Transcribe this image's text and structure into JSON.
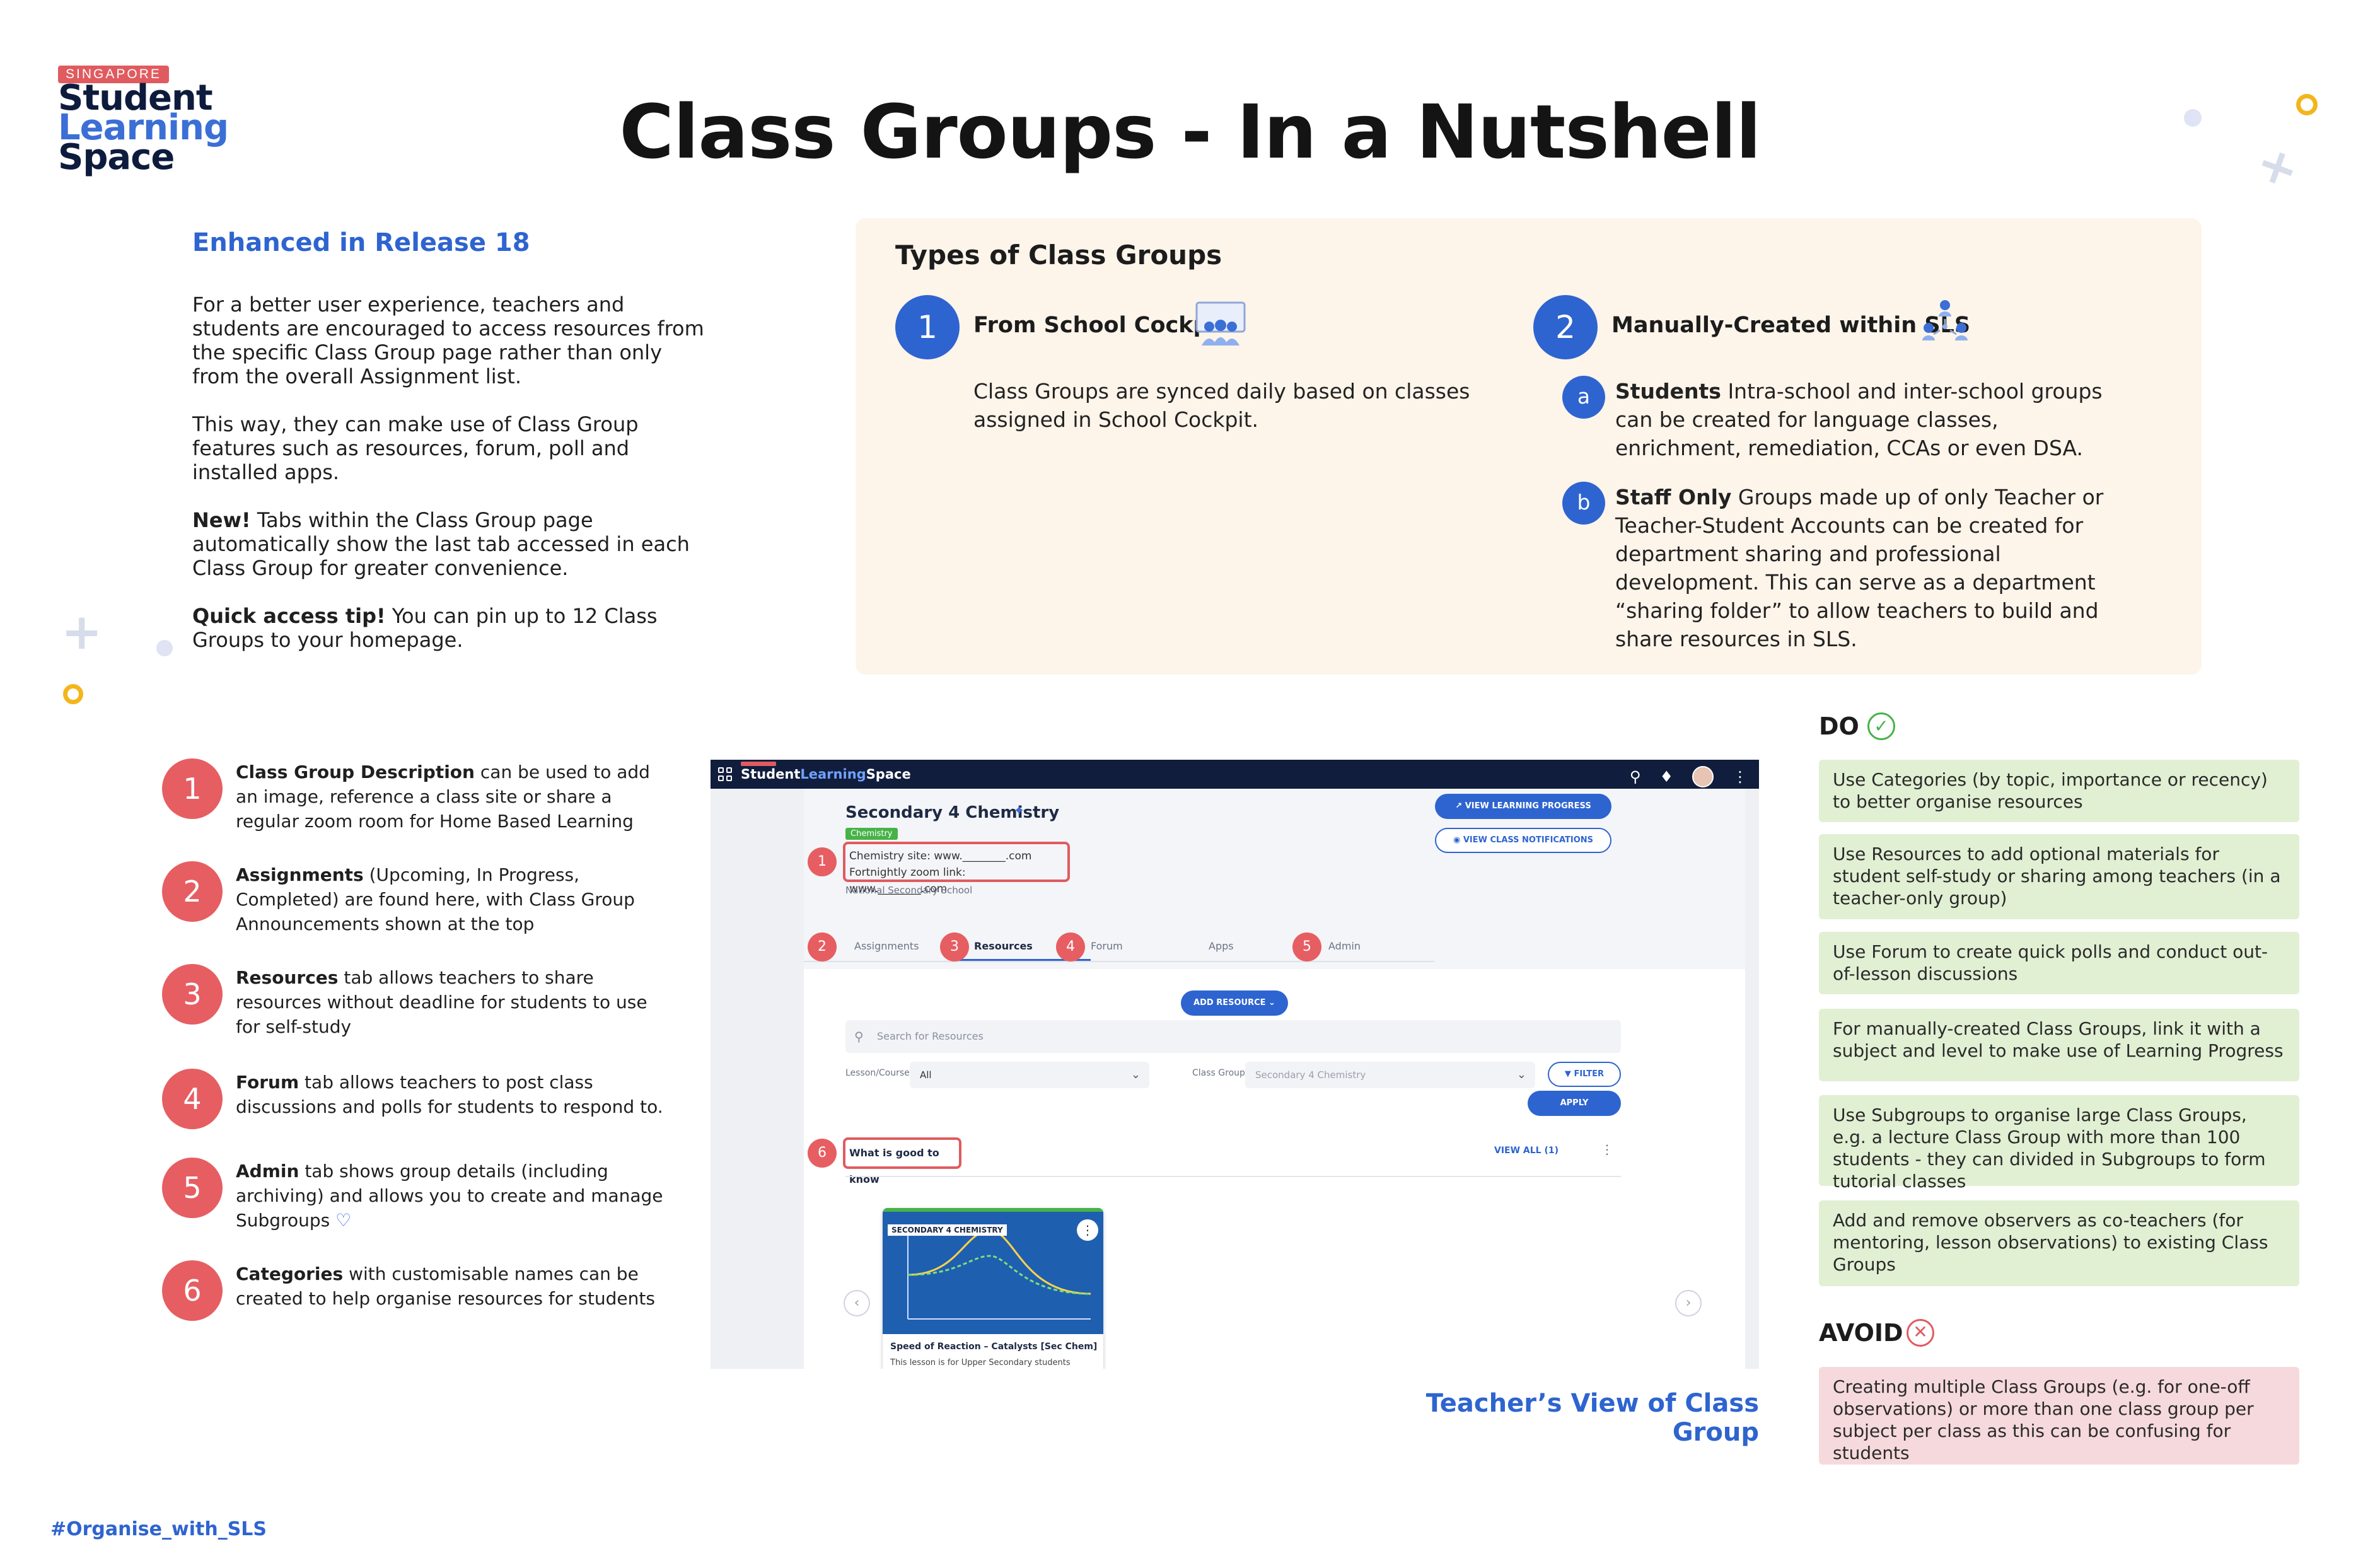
{
  "logo": {
    "badge": "SINGAPORE",
    "line1": "Student",
    "line2": "Learning",
    "line3": "Space"
  },
  "title": "Class Groups - In a Nutshell",
  "intro": {
    "heading": "Enhanced in Release 18",
    "p1": "For a better user experience, teachers and students are encouraged to access resources from the specific Class Group page rather than only from the overall Assignment list.",
    "p2": "This way, they can make use of Class Group features such as resources, forum, poll and installed apps.",
    "p3_bold": "New!",
    "p3": " Tabs within the Class Group page automatically show the last tab accessed in each Class Group for greater convenience.",
    "p4_bold": "Quick access tip!",
    "p4": " You can pin up to 12 Class Groups to your homepage."
  },
  "types": {
    "heading": "Types of Class Groups",
    "type1": {
      "num": "1",
      "title": "From School Cockpit",
      "desc": "Class Groups are synced daily based on classes assigned in School Cockpit."
    },
    "type2": {
      "num": "2",
      "title": "Manually-Created within SLS",
      "sub_a": {
        "badge": "a",
        "bold": "Students",
        "text": " Intra-school and inter-school groups can be created for language classes, enrichment, remediation, CCAs or even DSA."
      },
      "sub_b": {
        "badge": "b",
        "bold": "Staff Only",
        "text": " Groups made up of only Teacher or Teacher-Student Accounts can be created for department sharing and professional development. This can serve as a department “sharing folder” to allow teachers to build and share resources in SLS."
      }
    }
  },
  "features": [
    {
      "num": "1",
      "bold": "Class Group Description",
      "text": " can be used to add an image, reference a class site or share a regular zoom room for Home Based Learning"
    },
    {
      "num": "2",
      "bold": "Assignments",
      "text": " (Upcoming, In Progress, Completed) are found here, with Class Group Announcements shown at the top"
    },
    {
      "num": "3",
      "bold": "Resources",
      "text": " tab allows teachers to share resources without deadline for students to use for self-study"
    },
    {
      "num": "4",
      "bold": "Forum",
      "text": " tab allows teachers to post class discussions and polls for students to respond to."
    },
    {
      "num": "5",
      "bold": "Admin",
      "text": " tab shows group details (including archiving) and allows you to create and manage Subgroups"
    },
    {
      "num": "6",
      "bold": "Categories",
      "text": " with customisable names can be created to help organise resources for students"
    }
  ],
  "screenshot": {
    "brand_a": "Student",
    "brand_b": "Learning",
    "brand_c": "Space",
    "cg_title": "Secondary 4 Chemistry",
    "chip": "Chemistry",
    "desc_line1": "Chemistry site: www.________.com",
    "desc_line2": "Fortnightly zoom link: www.________.com",
    "school": "National Secondary School",
    "btn_progress": "VIEW LEARNING PROGRESS",
    "btn_notifications": "VIEW CLASS NOTIFICATIONS",
    "tabs": [
      "Assignments",
      "Resources",
      "Forum",
      "Apps",
      "Admin"
    ],
    "badges": [
      "1",
      "2",
      "3",
      "4",
      "5",
      "6"
    ],
    "add_resource": "ADD RESOURCE",
    "search_placeholder": "Search for Resources",
    "lesson_label": "Lesson/Course",
    "lesson_value": "All",
    "cg_label": "Class Group",
    "cg_value": "Secondary 4 Chemistry",
    "filter": "FILTER",
    "apply": "APPLY",
    "category": "What is good to know",
    "view_all": "VIEW ALL (1)",
    "lesson_tag": "SECONDARY 4 CHEMISTRY",
    "lesson_title": "Speed of Reaction – Catalysts [Sec Chem]",
    "lesson_sub": "This lesson is for Upper Secondary students"
  },
  "screenshot_caption": "Teacher’s View of Class Group",
  "do": {
    "heading": "DO",
    "items": [
      "Use Categories (by topic, importance or recency) to better organise resources",
      "Use Resources to add optional materials for student self-study or sharing among teachers (in a teacher-only group)",
      "Use Forum to create quick polls and conduct out-of-lesson discussions",
      "For manually-created Class Groups, link it with a subject and level to make use of Learning Progress",
      "Use Subgroups to organise large Class Groups, e.g. a lecture Class Group with more than 100 students - they can divided in Subgroups to form tutorial classes",
      "Add and remove observers as co-teachers (for mentoring, lesson observations) to existing Class Groups"
    ]
  },
  "avoid": {
    "heading": "AVOID",
    "items": [
      "Creating multiple Class Groups (e.g. for one-off observations)  or more than one class group per subject per class as this can be confusing for students"
    ]
  },
  "hashtag": "#Organise_with_SLS",
  "colors": {
    "accent_blue": "#2e64d0",
    "number_red": "#e65e62",
    "do_green": "#e1efd3",
    "avoid_pink": "#f6d9dc",
    "panel_peach": "#fdf4ea"
  }
}
